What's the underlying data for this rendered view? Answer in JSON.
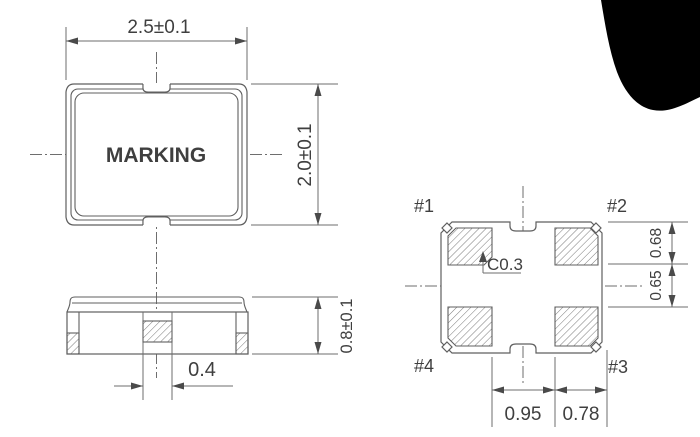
{
  "top_view": {
    "width_dim": "2.5±0.1",
    "height_dim": "2.0±0.1",
    "marking_label": "MARKING"
  },
  "side_view": {
    "height_dim": "0.8±0.1",
    "pad_width_dim": "0.4"
  },
  "bottom_view": {
    "pad1_label": "#1",
    "pad2_label": "#2",
    "pad3_label": "#3",
    "pad4_label": "#4",
    "chamfer_dim": "C0.3",
    "pad_height_dim": "0.68",
    "pad_gap_dim": "0.65",
    "pad_span_left_dim": "0.95",
    "pad_span_right_dim": "0.78"
  },
  "colors": {
    "line": "#5f5f5f",
    "dimension": "#6e6e6e",
    "text": "#3f3f3f",
    "marking_text": "#161616",
    "background": "#ffffff",
    "blob": "#000000",
    "hatch": "#7a7a7a"
  }
}
